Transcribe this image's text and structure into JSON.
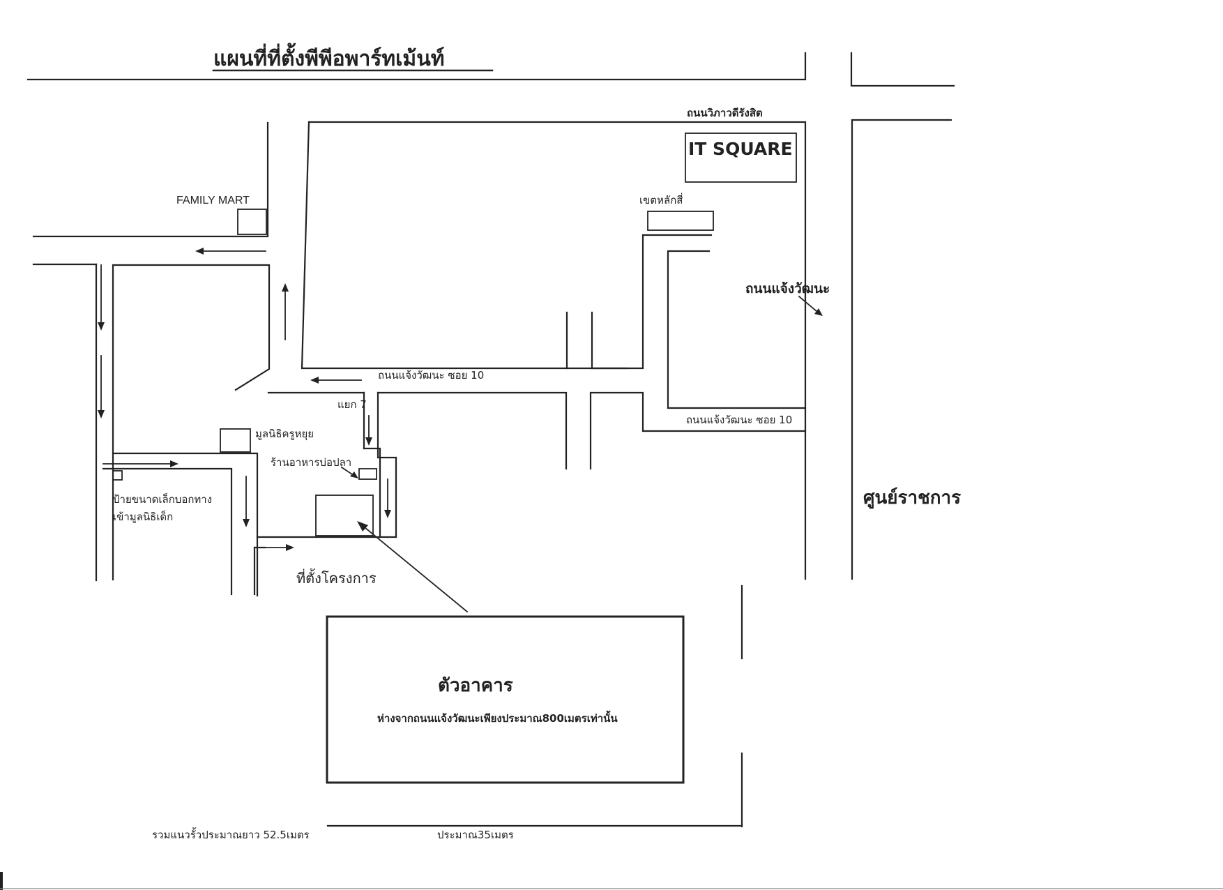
{
  "title": "แผนที่ที่ตั้งพีพีอพาร์ทเม้นท์",
  "labels": {
    "vibhavadi": "ถนนวิภาวดีรังสิต",
    "it_square": "IT SQUARE",
    "khet_laksi": "เขตหลักสี่",
    "family_mart": "FAMILY MART",
    "chaeng_watthana": "ถนนแจ้งวัฒนะ",
    "soi10_upper": "ถนนแจ้งวัฒนะ ซอย 10",
    "soi10_lower": "ถนนแจ้งวัฒนะ ซอย 10",
    "yaek7": "แยก 7",
    "foundation": "มูลนิธิครูหยุย",
    "restaurant": "ร้านอาหารบ่อปลา",
    "sign_line1": "ป้ายขนาดเล็กบอกทาง",
    "sign_line2": "เข้ามูลนิธิเด็ก",
    "government_center": "ศูนย์ราชการ",
    "project_location": "ที่ตั้งโครงการ",
    "building": "ตัวอาคาร",
    "distance_note": "ห่างจากถนนแจ้งวัฒนะเพียงประมาณ800เมตรเท่านั้น",
    "fence_total": "รวมแนวรั้วประมาณยาว 52.5เมตร",
    "approx_35": "ประมาณ35เมตร"
  },
  "colors": {
    "ink": "#222222",
    "paper": "#ffffff"
  }
}
